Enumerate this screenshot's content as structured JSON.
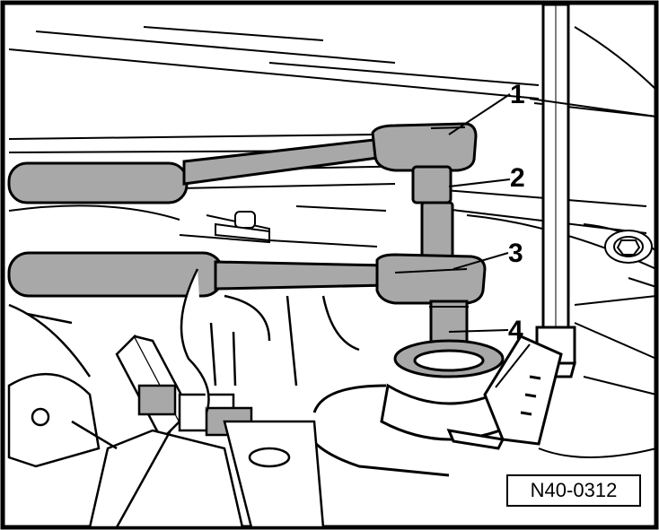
{
  "callouts": [
    "1",
    "2",
    "3",
    "4"
  ],
  "reference_code": "N40-0312"
}
